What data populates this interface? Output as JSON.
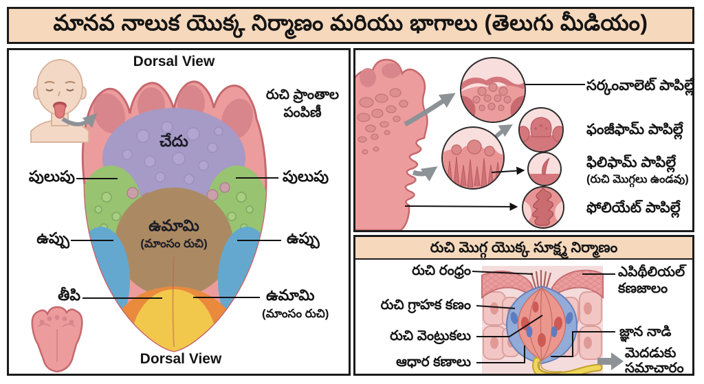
{
  "title": "మానవ నాలుక యొక్క నిర్మాణం మరియు భాగాలు (తెలుగు మీడియం)",
  "left_panel": {
    "view_top": "Dorsal View",
    "view_bottom": "Dorsal View",
    "note_line1": "రుచి ప్రాంతాల",
    "note_line2": "పంపిణీ",
    "bitter": "చేదు",
    "umami": "ఉమామి",
    "umami_sub": "(మాంసం రుచి)",
    "sour_left": "పులుపు",
    "sour_right": "పులుపు",
    "salt_left": "ఉప్పు",
    "salt_right": "ఉప్పు",
    "sweet": "తీపి",
    "umami_callout": "ఉమామి",
    "umami_callout_sub": "(మాంసం రుచి)"
  },
  "papillae_panel": {
    "circumvallate": "సర్కంవాలెట్ పాపిల్లే",
    "fungiform": "ఫంజీఫామ్ పాపిల్లే",
    "filiform": "ఫిలిఫామ్ పాపిల్లే",
    "filiform_note": "(రుచి మొగ్గలు ఉండవు)",
    "foliate": "ఫోలియేట్ పాపిల్లే"
  },
  "taste_bud_panel": {
    "header": "రుచి మొగ్గ యొక్క సూక్ష్మ నిర్మాణం",
    "taste_pore": "రుచి రంధ్రం",
    "receptor_cell": "రుచి గ్రాహక కణం",
    "taste_hairs": "రుచి వెంట్రుకలు",
    "basal_cells": "ఆధార కణాలు",
    "epithelial_line1": "ఎపిథీలియల్",
    "epithelial_line2": "కణజాలం",
    "sensory_nerve": "జ్ఞాన నాడి",
    "to_brain_line1": "మెదడుకు",
    "to_brain_line2": "సమాచారం"
  },
  "colors": {
    "banner_bg": "#f6d8bc",
    "tongue_pink": "#ec9c9c",
    "bitter_purple": "#a69ac6",
    "sour_green": "#98c370",
    "umami_brown": "#ab8a63",
    "salt_blue": "#64a8cf",
    "sweet_yellow": "#f2c84c",
    "sweet_orange": "#e98a3d",
    "nerve_yellow": "#ecd44f",
    "cell_blue": "#93abd9",
    "cell_red": "#ec978e"
  }
}
